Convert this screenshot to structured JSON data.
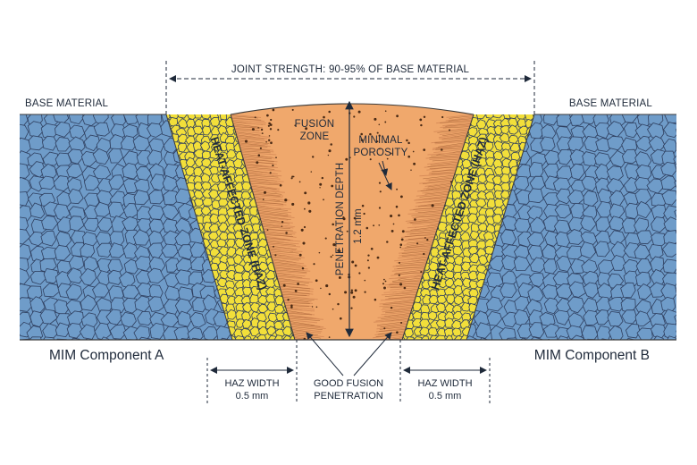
{
  "joint_strength": "JOINT STRENGTH: 90-95% OF BASE MATERIAL",
  "base_material_left": "BASE MATERIAL",
  "base_material_right": "BASE MATERIAL",
  "fusion_zone_line1": "FUSION",
  "fusion_zone_line2": "ZONE",
  "porosity_line1": "MINIMAL",
  "porosity_line2": "POROSITY",
  "penetration_depth": "PENETRATION DEPTH",
  "penetration_value": "1.2 mm",
  "haz_left": "HEAT-AFFECTED ZONE (HAZ)",
  "haz_right": "HEAT-AFFECTED ZONE (HAZ)",
  "component_a": "MIM Component A",
  "component_b": "MIM Component B",
  "haz_width_left_label": "HAZ WIDTH",
  "haz_width_left_value": "0.5 mm",
  "haz_width_right_label": "HAZ WIDTH",
  "haz_width_right_value": "0.5 mm",
  "good_fusion_line1": "GOOD FUSION",
  "good_fusion_line2": "PENETRATION",
  "colors": {
    "base": "#6f9cc9",
    "grain_line": "#2f3f5f",
    "haz": "#f2df3a",
    "fusion": "#f0a86c",
    "fusion_edge": "#d98e5a",
    "ink": "#1f2a3a"
  }
}
